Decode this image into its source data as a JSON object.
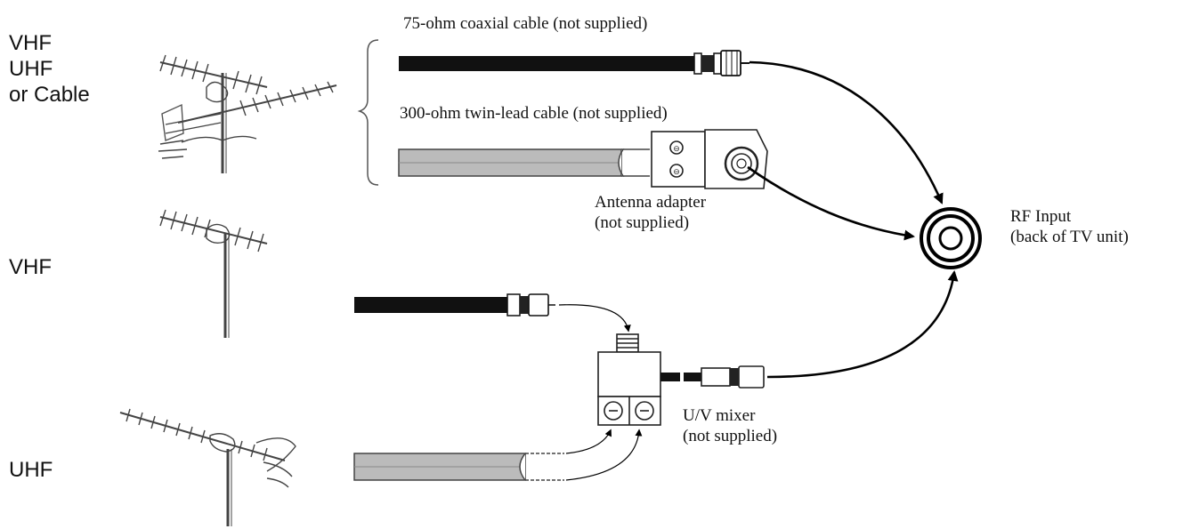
{
  "antenna_groups": [
    {
      "lines": [
        "VHF",
        "UHF",
        "or Cable"
      ]
    },
    {
      "lines": [
        "VHF"
      ]
    },
    {
      "lines": [
        "UHF"
      ]
    }
  ],
  "cables": {
    "coax": "75-ohm coaxial cable (not supplied)",
    "twin_lead": "300-ohm twin-lead cable (not supplied)"
  },
  "adapter": {
    "lines": [
      "Antenna adapter",
      "(not supplied)"
    ]
  },
  "mixer": {
    "lines": [
      "U/V mixer",
      "(not supplied)"
    ]
  },
  "rf_input": {
    "lines": [
      "RF Input",
      "(back of TV unit)"
    ]
  }
}
